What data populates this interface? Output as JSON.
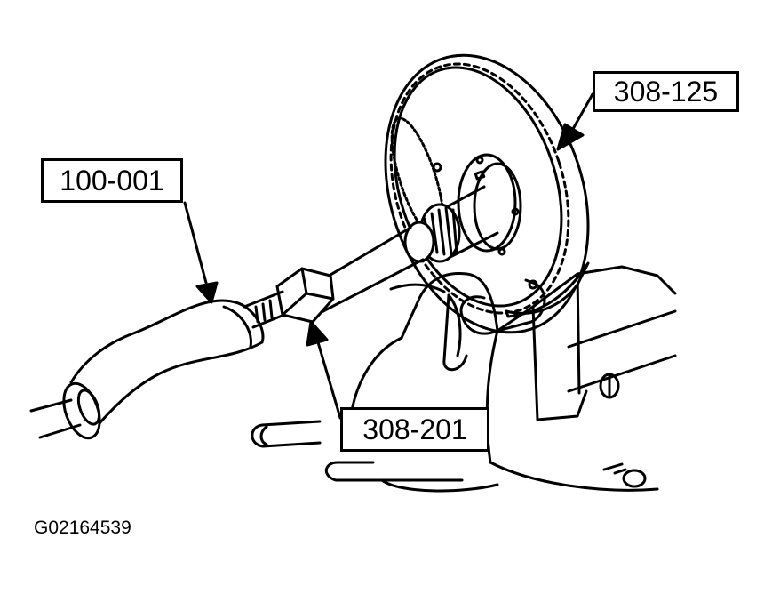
{
  "callouts": {
    "handle": "100-001",
    "installer": "308-125",
    "adapter": "308-201"
  },
  "figure_id": "G02164539",
  "colors": {
    "line": "#000000",
    "fill": "#ffffff"
  }
}
